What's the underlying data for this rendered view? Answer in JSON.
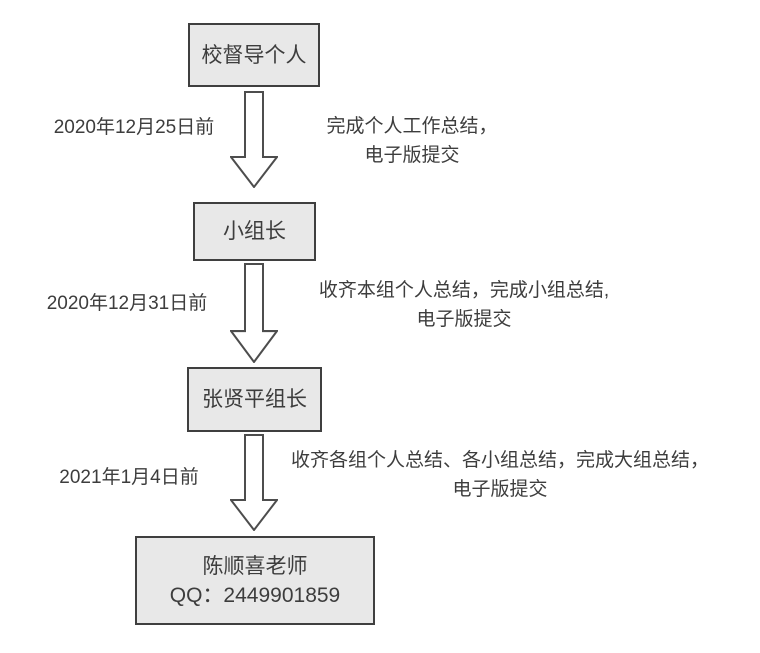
{
  "flowchart": {
    "nodes": {
      "supervisor": {
        "label": "校督导个人"
      },
      "group_leader": {
        "label": "小组长"
      },
      "zhang_leader": {
        "label": "张贤平组长"
      },
      "teacher": {
        "line1": "陈顺喜老师",
        "line2": "QQ：2449901859"
      }
    },
    "steps": [
      {
        "deadline": "2020年12月25日前",
        "action_line1": "完成个人工作总结，",
        "action_line2": "电子版提交"
      },
      {
        "deadline": "2020年12月31日前",
        "action_line1": "收齐本组个人总结，完成小组总结,",
        "action_line2": "电子版提交"
      },
      {
        "deadline": "2021年1月4日前",
        "action_line1": "收齐各组个人总结、各小组总结，完成大组总结，",
        "action_line2": "电子版提交"
      }
    ],
    "colors": {
      "box_fill": "#e8e8e8",
      "box_border": "#3f3f3f",
      "arrow_outline": "#4d4d4d",
      "text": "#3d3d3d",
      "background": "#ffffff"
    }
  }
}
